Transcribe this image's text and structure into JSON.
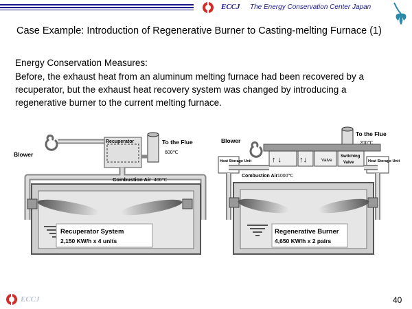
{
  "header": {
    "logo_text": "ECCJ",
    "org_name": "The Energy Conservation Center Japan",
    "colors": {
      "brand_red": "#d42a2a",
      "brand_blue": "#1a1a8c",
      "bird_teal": "#2a8aa8"
    }
  },
  "title": "Case Example: Introduction of Regenerative Burner to Casting-melting Furnace (1)",
  "measures": {
    "heading": "Energy Conservation Measures:",
    "body": "Before, the exhaust heat from an aluminum melting furnace had been recovered by a recuperator, but the exhaust heat recovery system was changed by introducing a regenerative burner to the current melting furnace."
  },
  "left_diagram": {
    "blower": "Blower",
    "recuperator": "Recuperator",
    "to_flue": "To the Flue",
    "flue_temp": "600℃",
    "combustion_air": "Combustion Air",
    "air_temp": "400℃",
    "system_name": "Recuperator System",
    "capacity": "2,150 KW/h x 4 units"
  },
  "right_diagram": {
    "blower": "Blower",
    "to_flue": "To the Flue",
    "flue_temp": "200℃",
    "valve": "Valve",
    "switching_valve": "Switching Valve",
    "heat_storage_unit": "Heat Storage Unit",
    "combustion_air": "Combustion Air",
    "air_temp": "1000℃",
    "system_name": "Regenerative Burner",
    "capacity": "4,650 KW/h x 2 pairs"
  },
  "footer": {
    "logo_text": "ECCJ",
    "page_number": "40"
  }
}
